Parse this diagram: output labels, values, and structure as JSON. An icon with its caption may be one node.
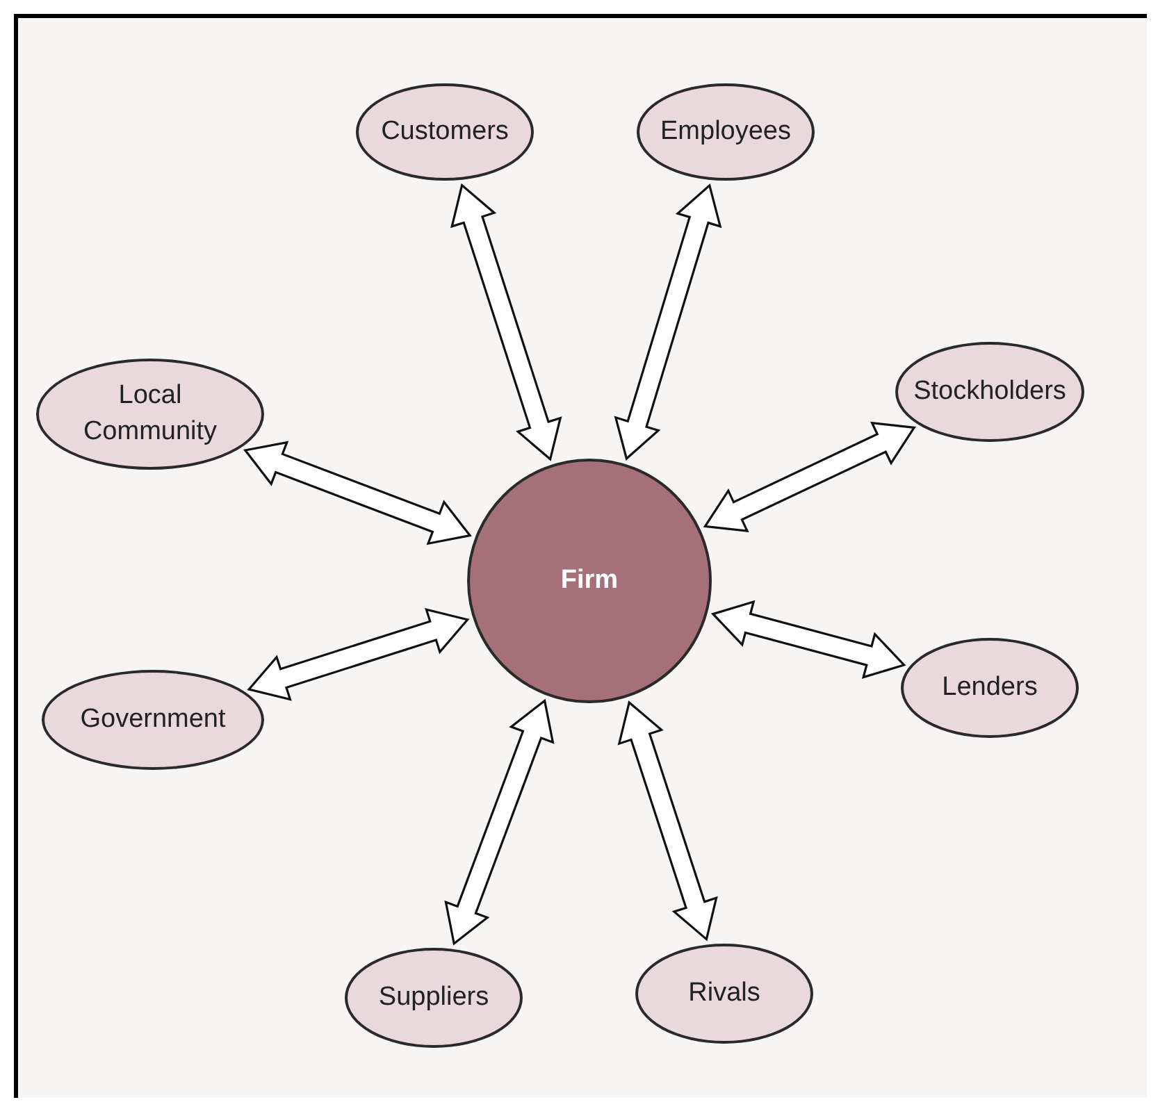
{
  "diagram": {
    "nodes": [
      {
        "text": [
          "Firm"
        ]
      },
      {
        "text": [
          "Customers"
        ]
      },
      {
        "text": [
          "Employees"
        ]
      },
      {
        "text": [
          "Local Community"
        ]
      },
      {
        "text": [
          "Stockholders"
        ]
      },
      {
        "text": [
          "Government"
        ]
      },
      {
        "text": [
          "Lenders"
        ]
      },
      {
        "text": [
          "Suppliers"
        ]
      },
      {
        "text": [
          "Rivals"
        ]
      }
    ],
    "edges": [
      {
        "from": 0,
        "to": 1,
        "arrow": "both"
      },
      {
        "from": 0,
        "to": 2,
        "arrow": "both"
      },
      {
        "from": 0,
        "to": 3,
        "arrow": "both"
      },
      {
        "from": 0,
        "to": 4,
        "arrow": "both"
      },
      {
        "from": 0,
        "to": 5,
        "arrow": "both"
      },
      {
        "from": 0,
        "to": 6,
        "arrow": "both"
      },
      {
        "from": 0,
        "to": 7,
        "arrow": "both"
      },
      {
        "from": 0,
        "to": 8,
        "arrow": "both"
      }
    ]
  }
}
